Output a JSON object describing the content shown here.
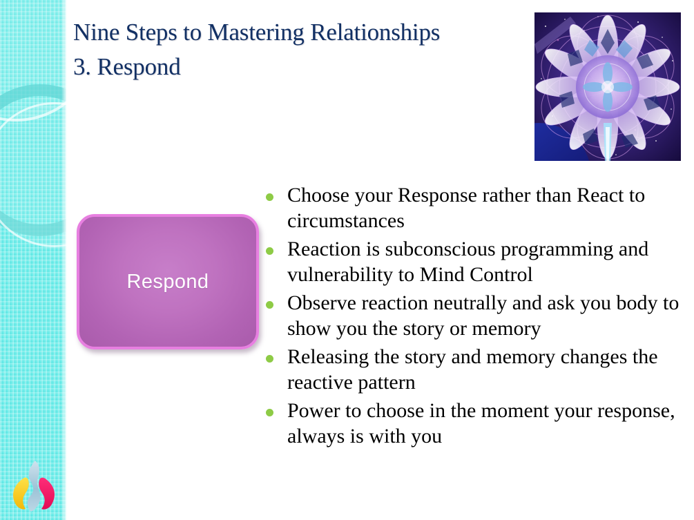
{
  "slide": {
    "title_lines": [
      "Nine Steps to Mastering Relationships",
      "3. Respond"
    ],
    "title_color": "#123064",
    "background_color": "#ffffff"
  },
  "sidebar": {
    "accent_color": "#72efec",
    "ring_color": "#60d6d4",
    "logo_name": "flame-logo",
    "logo_colors": [
      "#f5cc1f",
      "#a8c6d8",
      "#ec1561"
    ]
  },
  "image": {
    "name": "mandala-sacred-geometry-image",
    "alt": "Purple and blue cosmic mandala flower of life",
    "palette": [
      "#1a0f4a",
      "#6c3fb0",
      "#b58fe8",
      "#e7d6f7",
      "#3b63c9"
    ]
  },
  "shape": {
    "label": "Respond",
    "fill_color": "#bf72c0",
    "border_color": "#e77fe0",
    "text_color": "#ffffff"
  },
  "bullets": {
    "marker_color": "#8ecb46",
    "items": [
      "Choose your Response rather than React to circumstances",
      "Reaction is subconscious programming and vulnerability to Mind Control",
      "Observe reaction neutrally and ask you body to show you the story or memory",
      "Releasing the story and memory changes the reactive pattern",
      "Power to choose in the moment your response, always is with you"
    ]
  }
}
